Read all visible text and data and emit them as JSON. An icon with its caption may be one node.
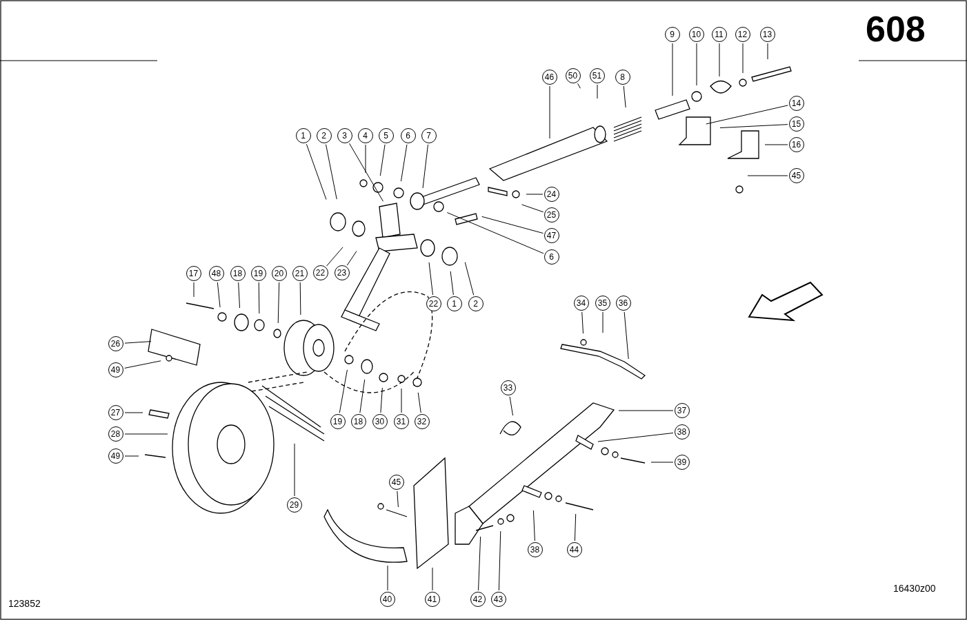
{
  "diagram": {
    "nodes": [
      {
        "text": [
          "9"
        ]
      },
      {
        "text": [
          "10"
        ]
      },
      {
        "text": [
          "11"
        ]
      },
      {
        "text": [
          "12"
        ]
      },
      {
        "text": [
          "13"
        ]
      },
      {
        "text": [
          "46"
        ]
      },
      {
        "text": [
          "50"
        ]
      },
      {
        "text": [
          "51"
        ]
      },
      {
        "text": [
          "8"
        ]
      },
      {
        "text": [
          "14"
        ]
      },
      {
        "text": [
          "15"
        ]
      },
      {
        "text": [
          "16"
        ]
      },
      {
        "text": [
          "1"
        ]
      },
      {
        "text": [
          "2"
        ]
      },
      {
        "text": [
          "3"
        ]
      },
      {
        "text": [
          "4"
        ]
      },
      {
        "text": [
          "5"
        ]
      },
      {
        "text": [
          "6"
        ]
      },
      {
        "text": [
          "7"
        ]
      },
      {
        "text": [
          "45"
        ]
      },
      {
        "text": [
          "24"
        ]
      },
      {
        "text": [
          "25"
        ]
      },
      {
        "text": [
          "47"
        ]
      },
      {
        "text": [
          "6"
        ]
      },
      {
        "text": [
          "22"
        ]
      },
      {
        "text": [
          "23"
        ]
      },
      {
        "text": [
          "17"
        ]
      },
      {
        "text": [
          "48"
        ]
      },
      {
        "text": [
          "18"
        ]
      },
      {
        "text": [
          "19"
        ]
      },
      {
        "text": [
          "20"
        ]
      },
      {
        "text": [
          "21"
        ]
      },
      {
        "text": [
          "22"
        ]
      },
      {
        "text": [
          "1"
        ]
      },
      {
        "text": [
          "2"
        ]
      },
      {
        "text": [
          "34"
        ]
      },
      {
        "text": [
          "35"
        ]
      },
      {
        "text": [
          "36"
        ]
      },
      {
        "text": [
          "26"
        ]
      },
      {
        "text": [
          "49"
        ]
      },
      {
        "text": [
          "33"
        ]
      },
      {
        "text": [
          "27"
        ]
      },
      {
        "text": [
          "37"
        ]
      },
      {
        "text": [
          "19"
        ]
      },
      {
        "text": [
          "18"
        ]
      },
      {
        "text": [
          "30"
        ]
      },
      {
        "text": [
          "31"
        ]
      },
      {
        "text": [
          "32"
        ]
      },
      {
        "text": [
          "38"
        ]
      },
      {
        "text": [
          "28"
        ]
      },
      {
        "text": [
          "49"
        ]
      },
      {
        "text": [
          "39"
        ]
      },
      {
        "text": [
          "45"
        ]
      },
      {
        "text": [
          "29"
        ]
      },
      {
        "text": [
          "38"
        ]
      },
      {
        "text": [
          "44"
        ]
      },
      {
        "text": [
          "40"
        ]
      },
      {
        "text": [
          "41"
        ]
      },
      {
        "text": [
          "42"
        ]
      },
      {
        "text": [
          "43"
        ]
      }
    ],
    "edges": [
      {
        "from": 0,
        "to": null,
        "arrow": "none"
      },
      {
        "from": 1,
        "to": null,
        "arrow": "none"
      },
      {
        "from": 2,
        "to": null,
        "arrow": "none"
      },
      {
        "from": 3,
        "to": null,
        "arrow": "none"
      },
      {
        "from": 4,
        "to": null,
        "arrow": "none"
      },
      {
        "from": 5,
        "to": null,
        "arrow": "none"
      },
      {
        "from": 6,
        "to": null,
        "arrow": "none"
      },
      {
        "from": 7,
        "to": null,
        "arrow": "none"
      },
      {
        "from": 8,
        "to": null,
        "arrow": "none"
      },
      {
        "from": 9,
        "to": null,
        "arrow": "none"
      },
      {
        "from": 10,
        "to": null,
        "arrow": "none"
      },
      {
        "from": 11,
        "to": null,
        "arrow": "none"
      },
      {
        "from": 12,
        "to": null,
        "arrow": "none"
      },
      {
        "from": 13,
        "to": null,
        "arrow": "none"
      },
      {
        "from": 14,
        "to": null,
        "arrow": "none"
      },
      {
        "from": 15,
        "to": null,
        "arrow": "none"
      },
      {
        "from": 16,
        "to": null,
        "arrow": "none"
      },
      {
        "from": 17,
        "to": null,
        "arrow": "none"
      },
      {
        "from": 18,
        "to": null,
        "arrow": "none"
      },
      {
        "from": 19,
        "to": null,
        "arrow": "none"
      },
      {
        "from": 20,
        "to": null,
        "arrow": "none"
      },
      {
        "from": 21,
        "to": null,
        "arrow": "none"
      },
      {
        "from": 22,
        "to": null,
        "arrow": "none"
      },
      {
        "from": 23,
        "to": null,
        "arrow": "none"
      },
      {
        "from": 24,
        "to": null,
        "arrow": "none"
      },
      {
        "from": 25,
        "to": null,
        "arrow": "none"
      },
      {
        "from": 26,
        "to": null,
        "arrow": "none"
      },
      {
        "from": 27,
        "to": null,
        "arrow": "none"
      },
      {
        "from": 28,
        "to": null,
        "arrow": "none"
      },
      {
        "from": 29,
        "to": null,
        "arrow": "none"
      },
      {
        "from": 30,
        "to": null,
        "arrow": "none"
      },
      {
        "from": 31,
        "to": null,
        "arrow": "none"
      },
      {
        "from": 32,
        "to": null,
        "arrow": "none"
      },
      {
        "from": 33,
        "to": null,
        "arrow": "none"
      },
      {
        "from": 34,
        "to": null,
        "arrow": "none"
      },
      {
        "from": 35,
        "to": null,
        "arrow": "none"
      },
      {
        "from": 36,
        "to": null,
        "arrow": "none"
      },
      {
        "from": 37,
        "to": null,
        "arrow": "none"
      },
      {
        "from": 38,
        "to": null,
        "arrow": "none"
      },
      {
        "from": 39,
        "to": null,
        "arrow": "none"
      },
      {
        "from": 40,
        "to": null,
        "arrow": "none"
      },
      {
        "from": 41,
        "to": null,
        "arrow": "none"
      },
      {
        "from": 42,
        "to": null,
        "arrow": "none"
      },
      {
        "from": 43,
        "to": null,
        "arrow": "none"
      },
      {
        "from": 44,
        "to": null,
        "arrow": "none"
      },
      {
        "from": 45,
        "to": null,
        "arrow": "none"
      },
      {
        "from": 46,
        "to": null,
        "arrow": "none"
      },
      {
        "from": 47,
        "to": null,
        "arrow": "none"
      },
      {
        "from": 48,
        "to": null,
        "arrow": "none"
      },
      {
        "from": 49,
        "to": null,
        "arrow": "none"
      },
      {
        "from": 50,
        "to": null,
        "arrow": "none"
      },
      {
        "from": 51,
        "to": null,
        "arrow": "none"
      },
      {
        "from": 52,
        "to": null,
        "arrow": "none"
      },
      {
        "from": 53,
        "to": null,
        "arrow": "none"
      },
      {
        "from": 54,
        "to": null,
        "arrow": "none"
      },
      {
        "from": 55,
        "to": null,
        "arrow": "none"
      },
      {
        "from": 56,
        "to": null,
        "arrow": "none"
      },
      {
        "from": 57,
        "to": null,
        "arrow": "none"
      },
      {
        "from": 58,
        "to": null,
        "arrow": "none"
      },
      {
        "from": 59,
        "to": null,
        "arrow": "none"
      }
    ],
    "labels": [
      "608",
      "123852",
      "16430z00"
    ]
  }
}
